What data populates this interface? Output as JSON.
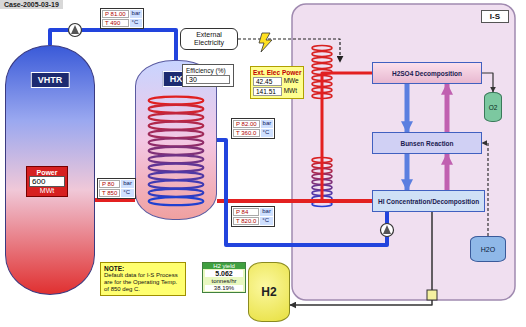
{
  "diagram": {
    "title": "Case-2005-03-19",
    "nodes": [
      {
        "text": [
          "VHTR"
        ]
      },
      {
        "text": [
          "Power",
          "600",
          "MWt"
        ],
        "in": 0
      },
      {
        "text": [
          "HX"
        ]
      },
      {
        "text": [
          "External Electricity"
        ]
      },
      {
        "text": [
          "Efficiency (%)",
          "30"
        ]
      },
      {
        "text": [
          "Ext. Elec Power",
          "42.45",
          "MWe",
          "141.51",
          "MWt"
        ]
      },
      {
        "text": [
          "I-S"
        ]
      },
      {
        "text": [
          "H2SO4 Decomposition"
        ],
        "in": 6
      },
      {
        "text": [
          "Bunsen Reaction"
        ],
        "in": 6
      },
      {
        "text": [
          "HI Concentration/Decomposition"
        ],
        "in": 6
      },
      {
        "text": [
          "O2"
        ],
        "in": 6
      },
      {
        "text": [
          "H2O"
        ],
        "in": 6
      },
      {
        "text": [
          "H2"
        ]
      },
      {
        "text": [
          "H2 yield",
          "5.062",
          "tonnes/hr",
          "38.19%"
        ]
      },
      {
        "text": [
          "NOTE:",
          "Default data for I-S Process are for the Operating Temp. of 850 deg C."
        ]
      },
      {
        "text": [
          "P 81.00",
          "bar",
          "T 490",
          "°C"
        ]
      },
      {
        "text": [
          "P 80",
          "bar",
          "T 850",
          "°C"
        ]
      },
      {
        "text": [
          "P 82.00",
          "bar",
          "T 360.0",
          "°C"
        ]
      },
      {
        "text": [
          "P 84",
          "bar",
          "T 820.0",
          "°C"
        ]
      }
    ],
    "edges": [
      {
        "from": 0,
        "to": 2,
        "arrow": "none"
      },
      {
        "from": 2,
        "to": 0,
        "arrow": "none"
      },
      {
        "from": 2,
        "to": 9,
        "arrow": "none"
      },
      {
        "from": 2,
        "to": 7,
        "arrow": "none"
      },
      {
        "from": 9,
        "to": 2,
        "arrow": "none"
      },
      {
        "from": 3,
        "to": 7,
        "arrow": "to"
      },
      {
        "from": 7,
        "to": 8,
        "arrow": "to"
      },
      {
        "from": 8,
        "to": 7,
        "arrow": "to"
      },
      {
        "from": 8,
        "to": 9,
        "arrow": "to"
      },
      {
        "from": 9,
        "to": 8,
        "arrow": "to"
      },
      {
        "from": 7,
        "to": 10,
        "arrow": "to"
      },
      {
        "from": 11,
        "to": 8,
        "arrow": "to"
      },
      {
        "from": 9,
        "to": 12,
        "arrow": "to"
      }
    ]
  }
}
